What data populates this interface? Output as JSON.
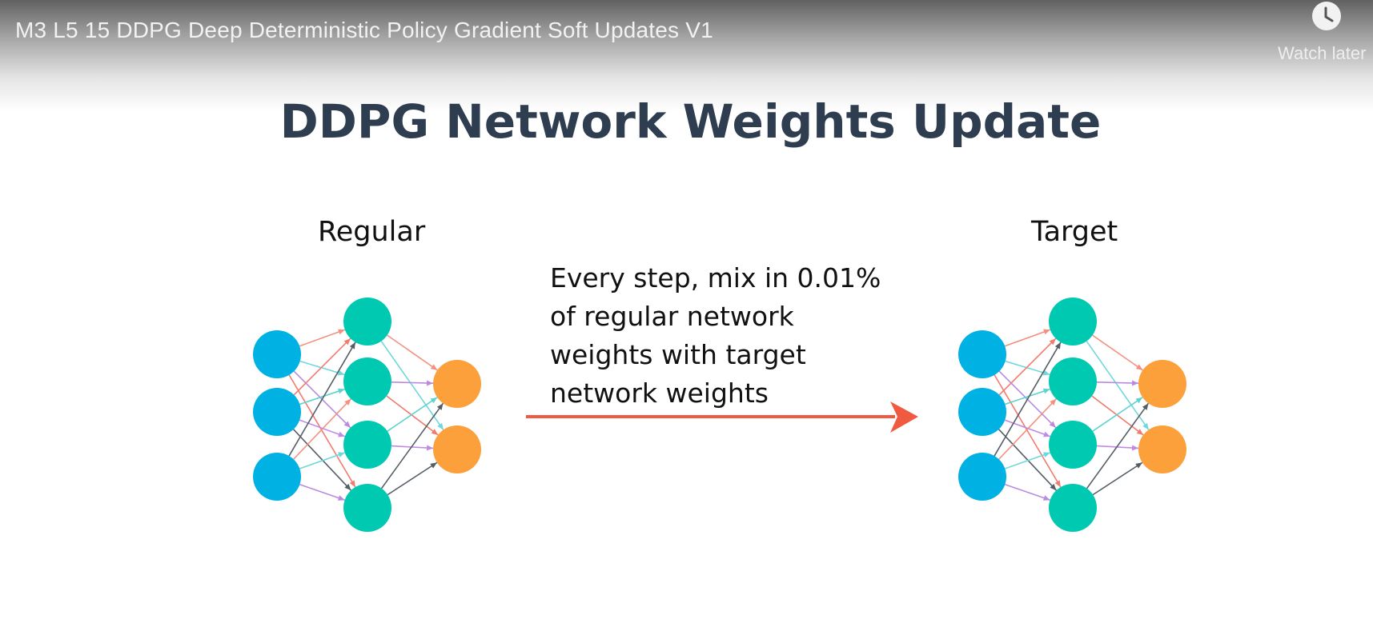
{
  "video": {
    "title": "M3 L5 15 DDPG Deep Deterministic Policy Gradient Soft Updates V1",
    "watch_later_label": "Watch later",
    "watch_later_icon": "clock-icon"
  },
  "slide": {
    "title": "DDPG Network Weights Update",
    "regular_label": "Regular",
    "target_label": "Target",
    "caption_lines": [
      "Every step, mix in 0.01%",
      "of regular network",
      "weights with target",
      "network weights"
    ]
  },
  "colors": {
    "input_node": "#00b1e4",
    "hidden_node": "#00c9b1",
    "output_node": "#fba03a",
    "arrow": "#f05a40",
    "title_text": "#2e3d4f"
  }
}
